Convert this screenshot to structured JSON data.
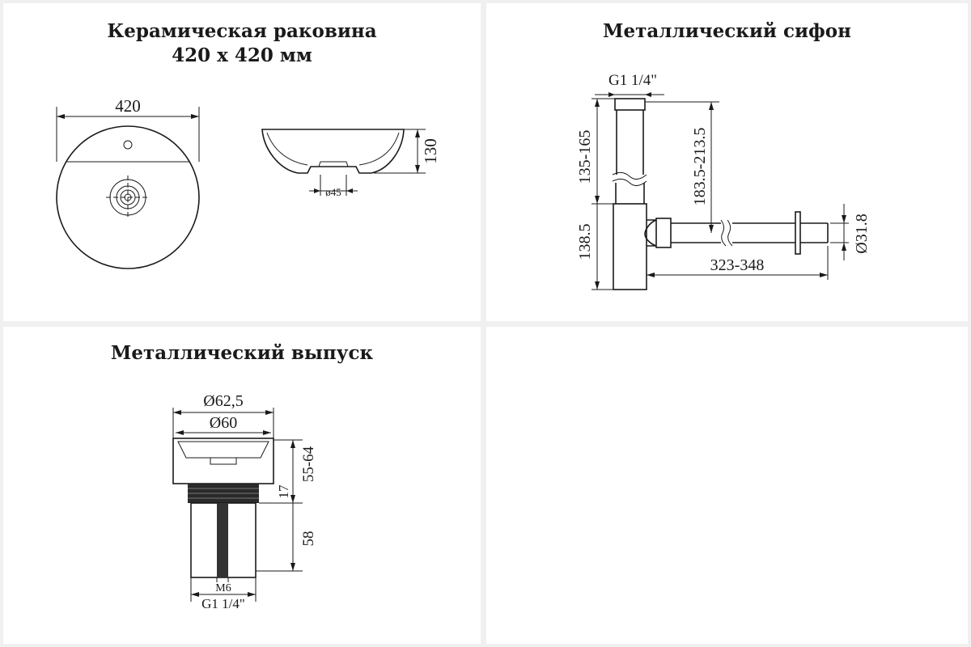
{
  "sink": {
    "title_line1": "Керамическая раковина",
    "title_line2": "420 х 420 мм",
    "dim_width": "420",
    "dim_height": "130",
    "dim_drain": "ø45"
  },
  "siphon": {
    "title": "Металлический сифон",
    "dim_thread": "G1 1/4\"",
    "dim_upper": "135-165",
    "dim_lower": "138.5",
    "dim_total": "183.5-213.5",
    "dim_length": "323-348",
    "dim_diameter": "Ø31.8"
  },
  "drain": {
    "title": "Металлический выпуск",
    "dim_outer": "Ø62,5",
    "dim_inner": "Ø60",
    "dim_height": "55-64",
    "dim_collar": "17",
    "dim_stem": "58",
    "dim_screw": "M6",
    "dim_thread": "G1 1/4\""
  }
}
